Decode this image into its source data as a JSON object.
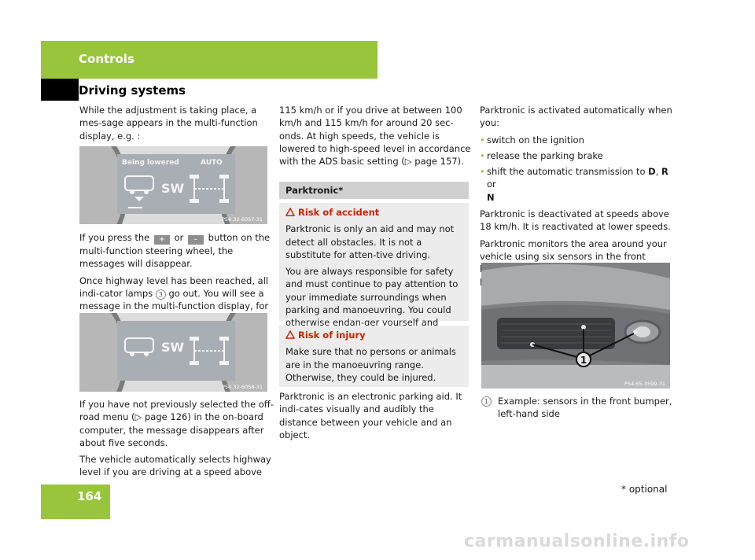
{
  "header": {
    "section": "Controls",
    "subsection": "Driving systems"
  },
  "page": {
    "number": "164",
    "footnote": "* optional",
    "watermark": "carmanualsonline.info"
  },
  "col1": {
    "p1": "While the adjustment is taking place, a mes-sage appears in the multi-function display, e.g. :",
    "display1": {
      "line1": "Being lowered",
      "auto": "AUTO",
      "sw": "SW",
      "code": "P54.32-6057-31"
    },
    "p2_a": "If you press the",
    "btn_plus": "+",
    "p2_or": "or",
    "btn_minus": "–",
    "p2_b": "button on the multi-function steering wheel, the messages will disappear.",
    "p3_a": "Once highway level has been reached, all indi-cator lamps",
    "p3_ref": "3",
    "p3_b": "go out. You will see a message in the multi-function display, for example:",
    "display2": {
      "sw": "SW",
      "code": "P54.32-6058-31"
    },
    "p4": "If you have not previously selected the off-road menu (▷ page 126) in the on-board computer, the message disappears after about five seconds.",
    "p5": "The vehicle automatically selects highway level if you are driving at a speed above"
  },
  "col2": {
    "p1": "115 km/h or if you drive at between 100 km/h and 115 km/h for around 20 sec-onds. At high speeds, the vehicle is lowered to high-speed level in accordance with the ADS basic setting (▷ page 157).",
    "section_title": "Parktronic*",
    "warn1_title": "Risk of accident",
    "warn1_p1": "Parktronic is only an aid and may not detect all obstacles. It is not a substitute for atten-tive driving.",
    "warn1_p2": "You are always responsible for safety and must continue to pay attention to your immediate surroundings when parking and manoeuvring. You could otherwise endan-ger yourself and others.",
    "warn2_title": "Risk of injury",
    "warn2_p1": "Make sure that no persons or animals are in the manoeuvring range. Otherwise, they could be injured.",
    "p2": "Parktronic is an electronic parking aid. It indi-cates visually and audibly the distance between your vehicle and an object."
  },
  "col3": {
    "p1": "Parktronic is activated automatically when you:",
    "bullets": [
      "switch on the ignition",
      "release the parking brake"
    ],
    "bullet3_a": "shift the automatic transmission to",
    "bullet3_d": "D",
    "bullet3_r": "R",
    "bullet3_or": "or",
    "bullet3_n": "N",
    "p2": "Parktronic is deactivated at speeds above 18 km/h. It is reactivated at lower speeds.",
    "p3": "Parktronic monitors the area around your vehicle using six sensors in the front bumper and four sensors in the rear bumper.",
    "photo": {
      "callout": "1",
      "code": "P54.65-3599-31"
    },
    "caption_ref": "1",
    "caption": "Example: sensors in the front bumper, left-hand side"
  },
  "colors": {
    "accent": "#98c53c",
    "warning": "#cc2200"
  },
  "icons": [
    "warning-triangle-icon",
    "vehicle-level-icon",
    "suspension-axle-icon",
    "bullet-icon"
  ]
}
